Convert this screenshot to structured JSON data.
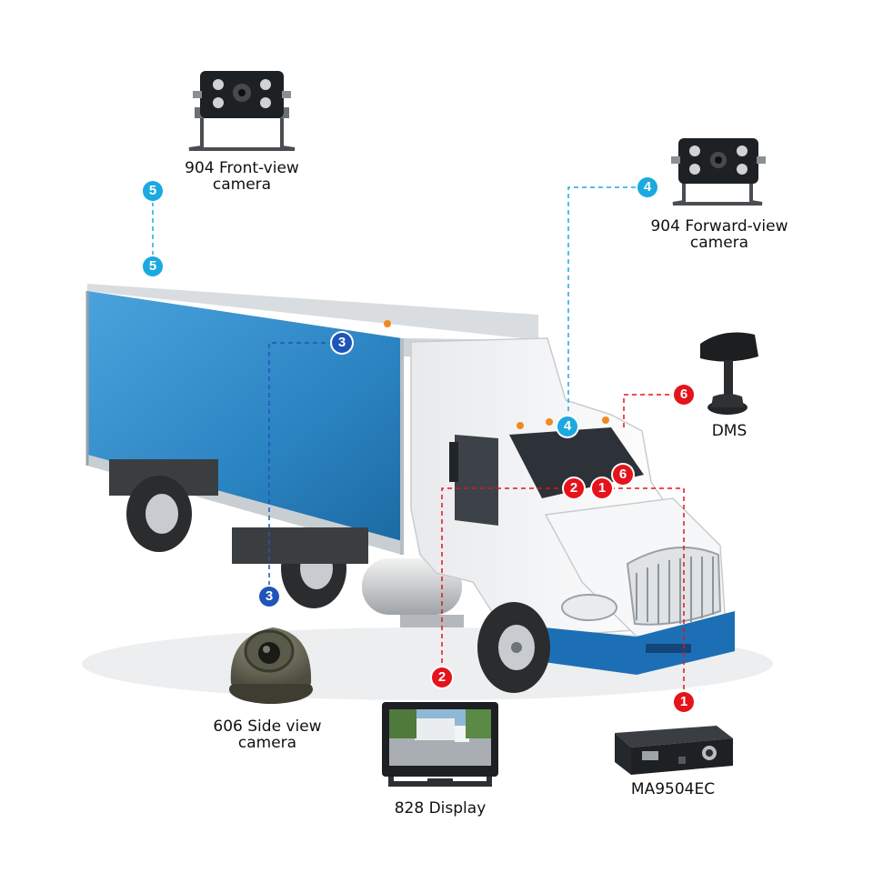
{
  "components": {
    "front_camera": {
      "label_line1": "904 Front-view",
      "label_line2": "camera",
      "number": "5"
    },
    "forward_camera": {
      "label_line1": "904 Forward-view",
      "label_line2": "camera",
      "number": "4"
    },
    "dms": {
      "label": "DMS",
      "number": "6"
    },
    "side_camera": {
      "label_line1": "606 Side view",
      "label_line2": "camera",
      "number": "3"
    },
    "display": {
      "label": "828 Display",
      "number": "2"
    },
    "dvr": {
      "label": "MA9504EC",
      "number": "1"
    }
  },
  "truck_marks": {
    "display_mount": "2",
    "dvr_mount": "1",
    "dms_mount": "6",
    "forward_mount": "4"
  },
  "colors": {
    "red": "#e5131b",
    "cyan": "#1ba9e0",
    "blue": "#1f55b8",
    "box": "#2a86c4",
    "cab": "#f4f5f6",
    "bumper": "#1d6fb5"
  }
}
